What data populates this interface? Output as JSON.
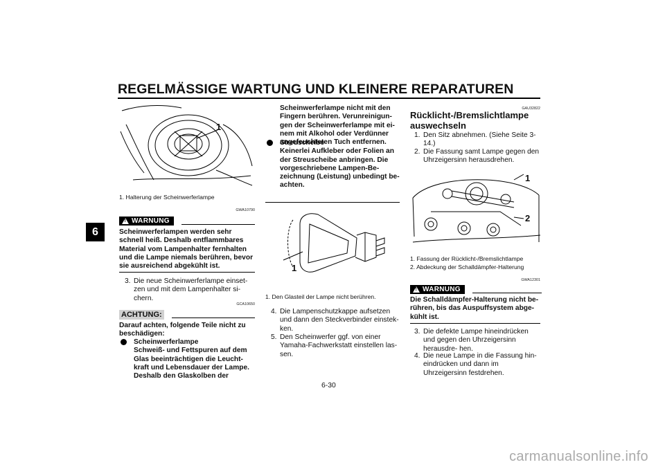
{
  "header": {
    "title": "REGELMÄSSIGE WARTUNG UND KLEINERE REPARATUREN"
  },
  "chapter_tab": "6",
  "page_number": "6-30",
  "col1": {
    "fig_label": "1",
    "caption": "1. Halterung der Scheinwerferlampe",
    "warning_code": "GWA10790",
    "warning_label": "WARNUNG",
    "warning_text": "Scheinwerferlampen werden sehr schnell heiß. Deshalb entflammbares Material vom Lampenhalter fernhalten und die Lampe niemals berühren, bevor sie ausreichend abgekühlt ist.",
    "step3_num": "3.",
    "step3_text": "Die neue Scheinwerferlampe einset- zen und mit dem Lampenhalter si- chern.",
    "achtung_code": "GCA10650",
    "achtung_label": "ACHTUNG:",
    "achtung_intro": "Darauf achten, folgende Teile nicht zu beschädigen:",
    "bullet1_title": "Scheinwerferlampe",
    "bullet1_text": "Schweiß- und Fettspuren auf dem Glas beeinträchtigen die Leucht- kraft und Lebensdauer der Lampe. Deshalb den Glaskolben der"
  },
  "col2": {
    "cont_text": "Scheinwerferlampe nicht mit den Fingern berühren. Verunreinigun- gen der Scheinwerferlampe mit ei- nem mit Alkohol oder Verdünner angefeuchteten Tuch entfernen.",
    "bullet2_title": "Streuscheibe",
    "bullet2_text": "Keinerlei Aufkleber oder Folien an der Streuscheibe anbringen. Die vorgeschriebene Lampen-Be- zeichnung (Leistung) unbedingt be- achten.",
    "fig_label": "1",
    "caption": "1. Den Glasteil der Lampe nicht berühren.",
    "step4_num": "4.",
    "step4_text": "Die Lampenschutzkappe aufsetzen und dann den Steckverbinder einstek- ken.",
    "step5_num": "5.",
    "step5_text": "Den Scheinwerfer ggf. von einer Yamaha-Fachwerkstatt einstellen las- sen."
  },
  "col3": {
    "section_code": "GAU32822",
    "section_title": "Rücklicht-/Bremslichtlampe auswechseln",
    "step1_num": "1.",
    "step1_text": "Den Sitz abnehmen. (Siehe Seite 3-14.)",
    "step2_num": "2.",
    "step2_text": "Die Fassung samt Lampe gegen den Uhrzeigersinn herausdrehen.",
    "fig_label_1": "1",
    "fig_label_2": "2",
    "caption_1": "1. Fassung der Rücklicht-/Bremslichtlampe",
    "caption_2": "2. Abdeckung der Schalldämpfer-Halterung",
    "warning_code": "GWA12301",
    "warning_label": "WARNUNG",
    "warning_text": "Die Schalldämpfer-Halterung nicht be- rühren, bis das Auspuffsystem abge- kühlt ist.",
    "step3_num": "3.",
    "step3_text": "Die defekte Lampe hineindrücken und gegen den Uhrzeigersinn herausdre- hen.",
    "step4_num": "4.",
    "step4_text": "Die neue Lampe in die Fassung hin- eindrücken und dann im Uhrzeigersinn festdrehen."
  },
  "watermark": "carmanualsonline.info"
}
